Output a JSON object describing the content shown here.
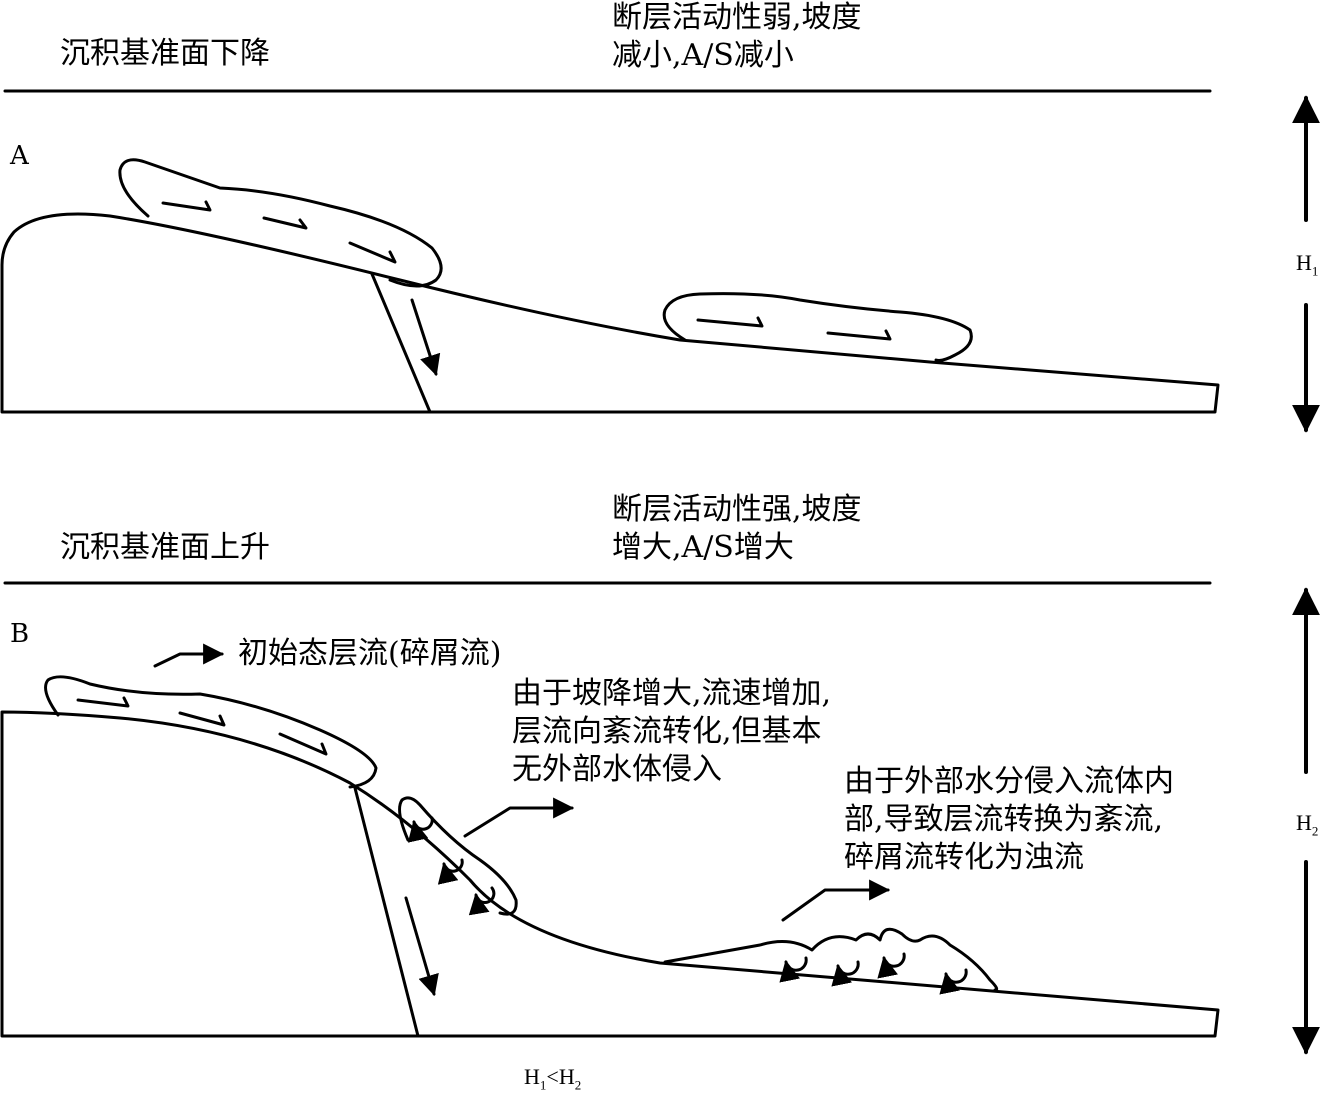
{
  "panel_a": {
    "letter": "A",
    "base_level": "沉积基准面下降",
    "fault_line1": "断层活动性弱,坡度",
    "fault_line2": "减小,A/S减小",
    "height": "H",
    "height_sub": "1"
  },
  "panel_b": {
    "letter": "B",
    "base_level": "沉积基准面上升",
    "fault_line1": "断层活动性强,坡度",
    "fault_line2": "增大,A/S增大",
    "height": "H",
    "height_sub": "2",
    "note_initial": "初始态层流(碎屑流)",
    "note_mid_1": "由于坡降增大,流速增加,",
    "note_mid_2": "层流向紊流转化,但基本",
    "note_mid_3": "无外部水体侵入",
    "note_far_1": "由于外部水分侵入流体内",
    "note_far_2": "部,导致层流转换为紊流,",
    "note_far_3": "碎屑流转化为浊流"
  },
  "comparison": {
    "h1": "H",
    "h1_sub": "1",
    "op": "<",
    "h2": "H",
    "h2_sub": "2"
  },
  "colors": {
    "ink": "#000000",
    "paper": "#ffffff"
  }
}
